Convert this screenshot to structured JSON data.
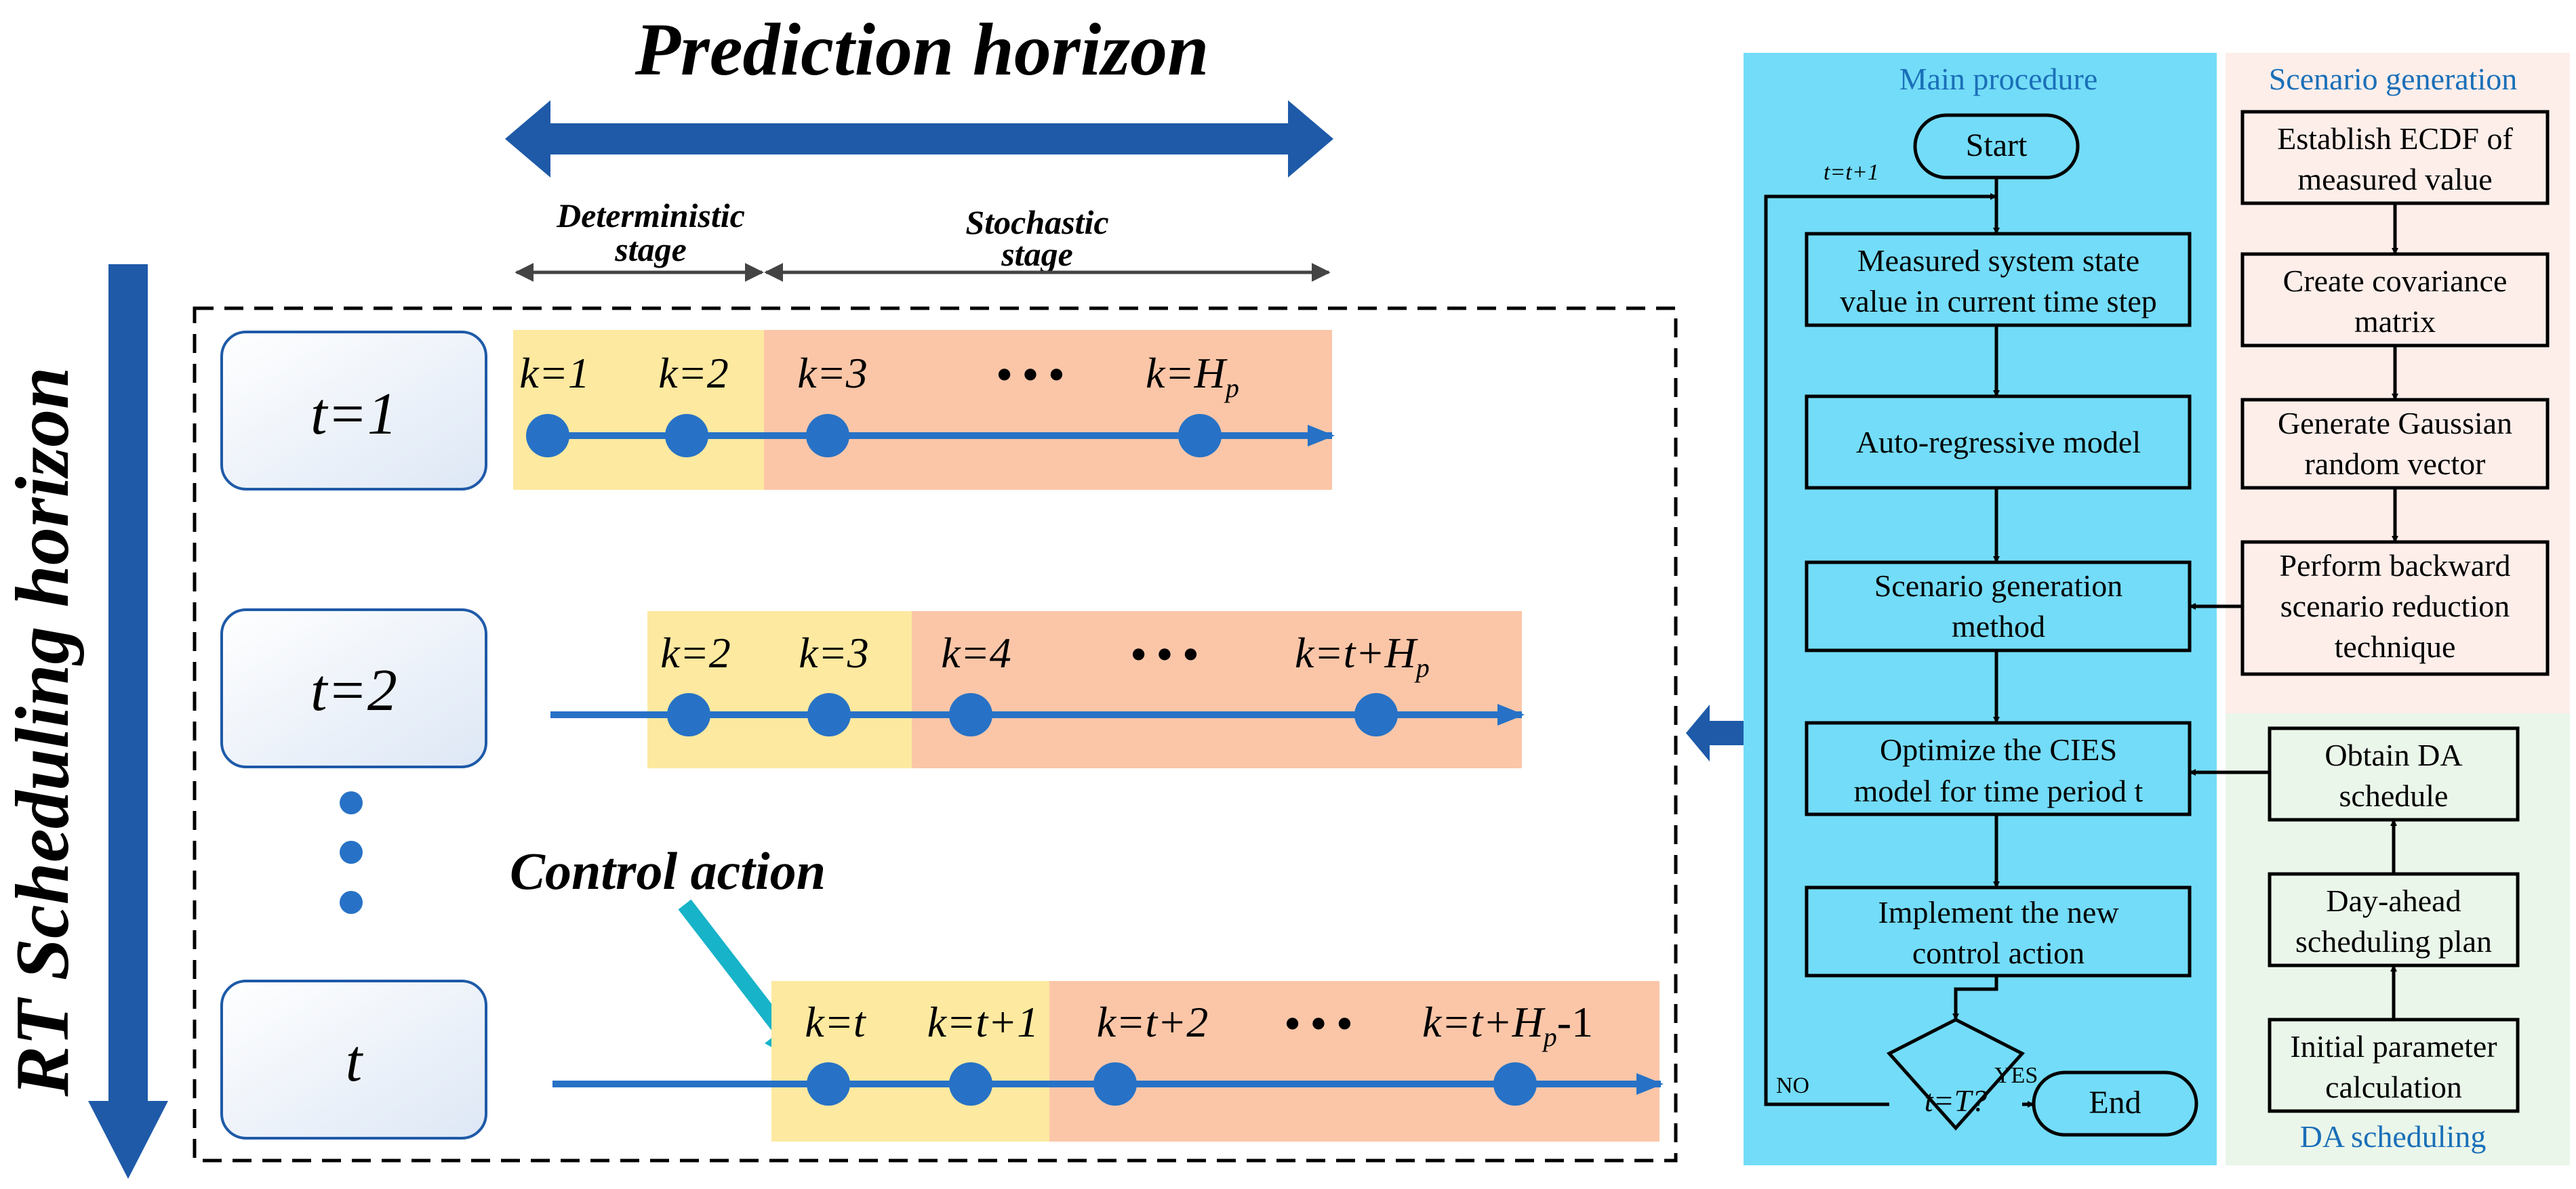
{
  "left": {
    "prediction_horizon": "Prediction horizon",
    "deterministic_stage": [
      "Deterministic",
      "stage"
    ],
    "stochastic_stage": [
      "Stochastic",
      "stage"
    ],
    "rt_scheduling_horizon": "RT Scheduling horizon",
    "control_action": "Control action",
    "ellipsis": "• • •",
    "rows": [
      {
        "t_label": "t=1",
        "k_labels": [
          "k=1",
          "k=2",
          "k=3"
        ],
        "k_last": "k=H",
        "k_last_sub": "p",
        "k_last_suffix": ""
      },
      {
        "t_label": "t=2",
        "k_labels": [
          "k=2",
          "k=3",
          "k=4"
        ],
        "k_last": "k=t+H",
        "k_last_sub": "p",
        "k_last_suffix": ""
      },
      {
        "t_label": "t",
        "k_labels": [
          "k=t",
          "k=t+1",
          "k=t+2"
        ],
        "k_last": "k=t+H",
        "k_last_sub": "p",
        "k_last_suffix": "-1"
      }
    ]
  },
  "main": {
    "title": "Main procedure",
    "start": "Start",
    "loop_label": "t=t+1",
    "steps": [
      [
        "Measured system state",
        "value in current time step"
      ],
      [
        "Auto-regressive model"
      ],
      [
        "Scenario generation",
        "method"
      ],
      [
        "Optimize the CIES",
        "model for time period t"
      ],
      [
        "Implement the new",
        "control action"
      ]
    ],
    "decision": "t=T?",
    "no": "NO",
    "yes": "YES",
    "end": "End"
  },
  "scenario": {
    "title": "Scenario generation",
    "steps": [
      [
        "Establish ECDF of",
        "measured value"
      ],
      [
        "Create covariance",
        "matrix"
      ],
      [
        "Generate Gaussian",
        "random vector"
      ],
      [
        "Perform backward",
        "scenario reduction",
        "technique"
      ]
    ]
  },
  "da": {
    "title": "DA scheduling",
    "steps": [
      [
        "Obtain DA",
        "schedule"
      ],
      [
        "Day-ahead",
        "scheduling plan"
      ],
      [
        "Initial parameter",
        "calculation"
      ]
    ]
  },
  "colors": {
    "dark_blue": "#1e5aa8",
    "node_blue": "#2772c6",
    "yellow": "#fde9a0",
    "orange": "#fbc6a8",
    "cyan_panel": "#73dcf8",
    "pink_panel": "#fdeeea",
    "green_panel": "#eaf6ea",
    "title_blue": "#1a6fb8",
    "teal_arrow": "#17b3c9"
  }
}
